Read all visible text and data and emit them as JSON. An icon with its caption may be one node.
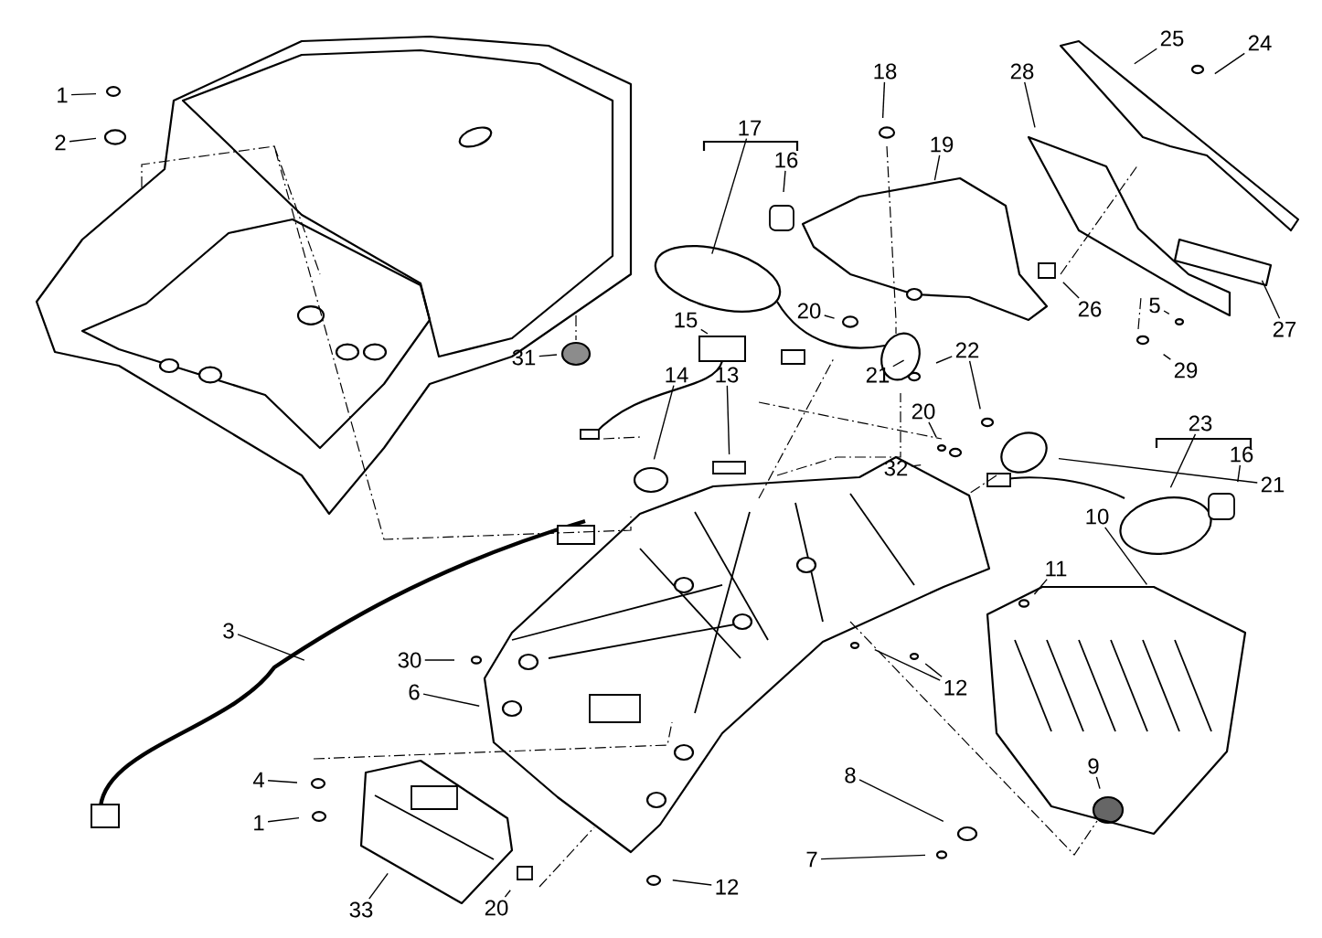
{
  "diagram": {
    "nodes": [
      {
        "text": [
          "1"
        ]
      },
      {
        "text": [
          "2"
        ]
      },
      {
        "text": [
          "3"
        ]
      },
      {
        "text": [
          "4"
        ]
      },
      {
        "text": [
          "1"
        ]
      },
      {
        "text": [
          "30"
        ]
      },
      {
        "text": [
          "6"
        ]
      },
      {
        "text": [
          "33"
        ]
      },
      {
        "text": [
          "20"
        ]
      },
      {
        "text": [
          "12"
        ]
      },
      {
        "text": [
          "7"
        ]
      },
      {
        "text": [
          "8"
        ]
      },
      {
        "text": [
          "9"
        ]
      },
      {
        "text": [
          "10"
        ]
      },
      {
        "text": [
          "11"
        ]
      },
      {
        "text": [
          "12"
        ]
      },
      {
        "text": [
          "13"
        ]
      },
      {
        "text": [
          "14"
        ]
      },
      {
        "text": [
          "15"
        ]
      },
      {
        "text": [
          "31"
        ]
      },
      {
        "text": [
          "17"
        ]
      },
      {
        "text": [
          "16"
        ]
      },
      {
        "text": [
          "18"
        ]
      },
      {
        "text": [
          "19"
        ]
      },
      {
        "text": [
          "20"
        ]
      },
      {
        "text": [
          "21"
        ]
      },
      {
        "text": [
          "22"
        ]
      },
      {
        "text": [
          "20"
        ]
      },
      {
        "text": [
          "32"
        ]
      },
      {
        "text": [
          "21"
        ]
      },
      {
        "text": [
          "23"
        ]
      },
      {
        "text": [
          "16"
        ]
      },
      {
        "text": [
          "28"
        ]
      },
      {
        "text": [
          "25"
        ]
      },
      {
        "text": [
          "24"
        ]
      },
      {
        "text": [
          "26"
        ]
      },
      {
        "text": [
          "5"
        ]
      },
      {
        "text": [
          "29"
        ]
      },
      {
        "text": [
          "27"
        ]
      }
    ],
    "edges": [
      {
        "from": 0,
        "to": null,
        "arrow": "none"
      },
      {
        "from": 1,
        "to": null,
        "arrow": "none"
      },
      {
        "from": 2,
        "to": null,
        "arrow": "none"
      },
      {
        "from": 3,
        "to": null,
        "arrow": "none"
      },
      {
        "from": 4,
        "to": null,
        "arrow": "none"
      },
      {
        "from": 5,
        "to": null,
        "arrow": "none"
      },
      {
        "from": 6,
        "to": null,
        "arrow": "none"
      },
      {
        "from": 7,
        "to": null,
        "arrow": "none"
      },
      {
        "from": 8,
        "to": null,
        "arrow": "none"
      },
      {
        "from": 9,
        "to": null,
        "arrow": "none"
      },
      {
        "from": 10,
        "to": null,
        "arrow": "none"
      },
      {
        "from": 11,
        "to": null,
        "arrow": "none"
      },
      {
        "from": 12,
        "to": null,
        "arrow": "none"
      },
      {
        "from": 13,
        "to": null,
        "arrow": "none"
      },
      {
        "from": 14,
        "to": null,
        "arrow": "none"
      },
      {
        "from": 15,
        "to": null,
        "arrow": "none"
      },
      {
        "from": 15,
        "to": null,
        "arrow": "none"
      },
      {
        "from": 16,
        "to": null,
        "arrow": "none"
      },
      {
        "from": 17,
        "to": null,
        "arrow": "none"
      },
      {
        "from": 18,
        "to": null,
        "arrow": "none"
      },
      {
        "from": 19,
        "to": null,
        "arrow": "none"
      },
      {
        "from": 20,
        "to": null,
        "arrow": "none"
      },
      {
        "from": 21,
        "to": null,
        "arrow": "none"
      },
      {
        "from": 22,
        "to": null,
        "arrow": "none"
      },
      {
        "from": 23,
        "to": null,
        "arrow": "none"
      },
      {
        "from": 24,
        "to": null,
        "arrow": "none"
      },
      {
        "from": 25,
        "to": null,
        "arrow": "none"
      },
      {
        "from": 26,
        "to": null,
        "arrow": "none"
      },
      {
        "from": 26,
        "to": null,
        "arrow": "none"
      },
      {
        "from": 27,
        "to": null,
        "arrow": "none"
      },
      {
        "from": 28,
        "to": null,
        "arrow": "none"
      },
      {
        "from": 29,
        "to": null,
        "arrow": "none"
      },
      {
        "from": 30,
        "to": null,
        "arrow": "none"
      },
      {
        "from": 31,
        "to": null,
        "arrow": "none"
      },
      {
        "from": 32,
        "to": null,
        "arrow": "none"
      },
      {
        "from": 33,
        "to": null,
        "arrow": "none"
      },
      {
        "from": 34,
        "to": null,
        "arrow": "none"
      },
      {
        "from": 35,
        "to": null,
        "arrow": "none"
      },
      {
        "from": 36,
        "to": null,
        "arrow": "none"
      },
      {
        "from": 37,
        "to": null,
        "arrow": "none"
      },
      {
        "from": 38,
        "to": null,
        "arrow": "none"
      }
    ]
  }
}
